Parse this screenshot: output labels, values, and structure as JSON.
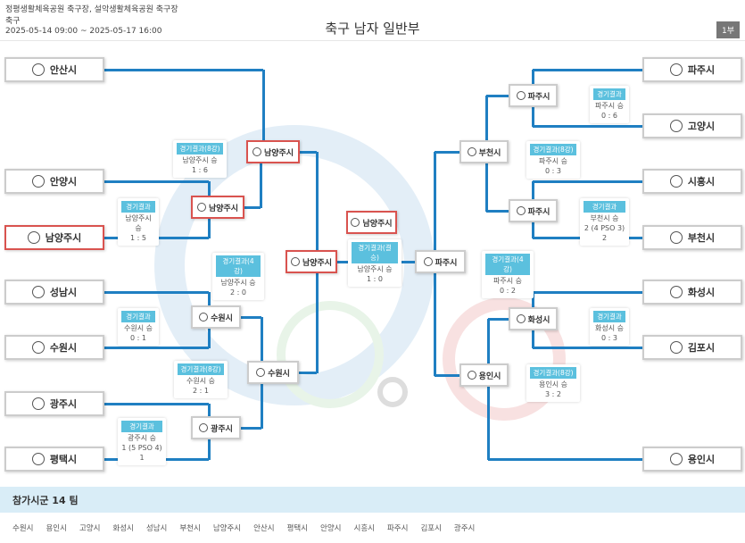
{
  "header": {
    "venue": "정평생활체육공원 축구장, 설악생활체육공원 축구장",
    "sport": "축구",
    "date": "2025-05-14 09:00 ~ 2025-05-17 16:00",
    "title": "축구 남자 일반부",
    "division": "1부"
  },
  "teams_left": [
    "안산시",
    "안양시",
    "남양주시",
    "성남시",
    "수원시",
    "광주시",
    "평택시"
  ],
  "teams_right": [
    "파주시",
    "고양시",
    "시흥시",
    "부천시",
    "화성시",
    "김포시",
    "용인시"
  ],
  "nodes": [
    "남양주시",
    "남양주시",
    "수원시",
    "광주시",
    "수원시",
    "남양주시",
    "남양주시",
    "파주시",
    "파주시",
    "부천시",
    "파주시",
    "화성시",
    "용인시"
  ],
  "results": [
    {
      "label": "경기결과(8강)",
      "winner": "남양주시 승",
      "score": "1 : 6"
    },
    {
      "label": "경기결과",
      "winner": "남양주시 승",
      "score": "1 : 5"
    },
    {
      "label": "경기결과(4강)",
      "winner": "남양주시 승",
      "score": "2 : 0"
    },
    {
      "label": "경기결과",
      "winner": "수원시 승",
      "score": "0 : 1"
    },
    {
      "label": "경기결과(8강)",
      "winner": "수원시 승",
      "score": "2 : 1"
    },
    {
      "label": "경기결과",
      "winner": "광주시 승",
      "score": "1 (5 PSO 4) 1"
    },
    {
      "label": "경기결과(결승)",
      "winner": "남양주시 승",
      "score": "1 : 0"
    },
    {
      "label": "경기결과",
      "winner": "파주시 승",
      "score": "0 : 6"
    },
    {
      "label": "경기결과(8강)",
      "winner": "파주시 승",
      "score": "0 : 3"
    },
    {
      "label": "경기결과",
      "winner": "부천시 승",
      "score": "2 (4 PSO 3) 2"
    },
    {
      "label": "경기결과(4강)",
      "winner": "파주시 승",
      "score": "0 : 2"
    },
    {
      "label": "경기결과",
      "winner": "화성시 승",
      "score": "0 : 3"
    },
    {
      "label": "경기결과(8강)",
      "winner": "용인시 승",
      "score": "3 : 2"
    }
  ],
  "participants": {
    "title": "참가시군 14 팀",
    "list": [
      "수원시",
      "용인시",
      "고양시",
      "화성시",
      "성남시",
      "부천시",
      "남양주시",
      "안산시",
      "평택시",
      "안양시",
      "시흥시",
      "파주시",
      "김포시",
      "광주시"
    ]
  },
  "colors": {
    "line": "#1f7fc2",
    "winner_border": "#d9534f",
    "badge": "#5bc0de"
  }
}
